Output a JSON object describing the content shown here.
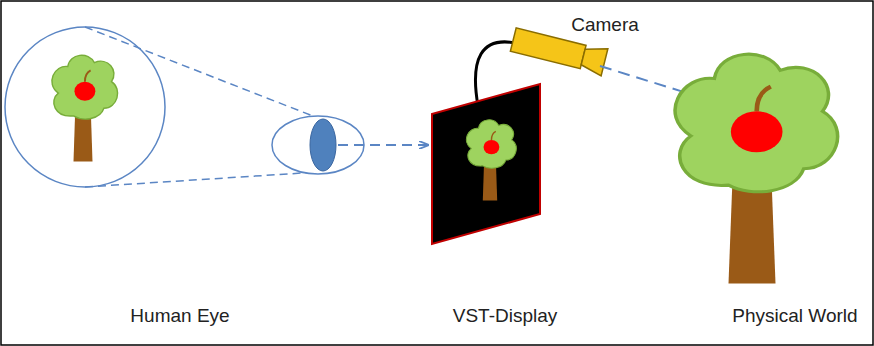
{
  "diagram": {
    "labels": [
      "Camera",
      "Human Eye",
      "VST-Display",
      "Physical World"
    ]
  }
}
